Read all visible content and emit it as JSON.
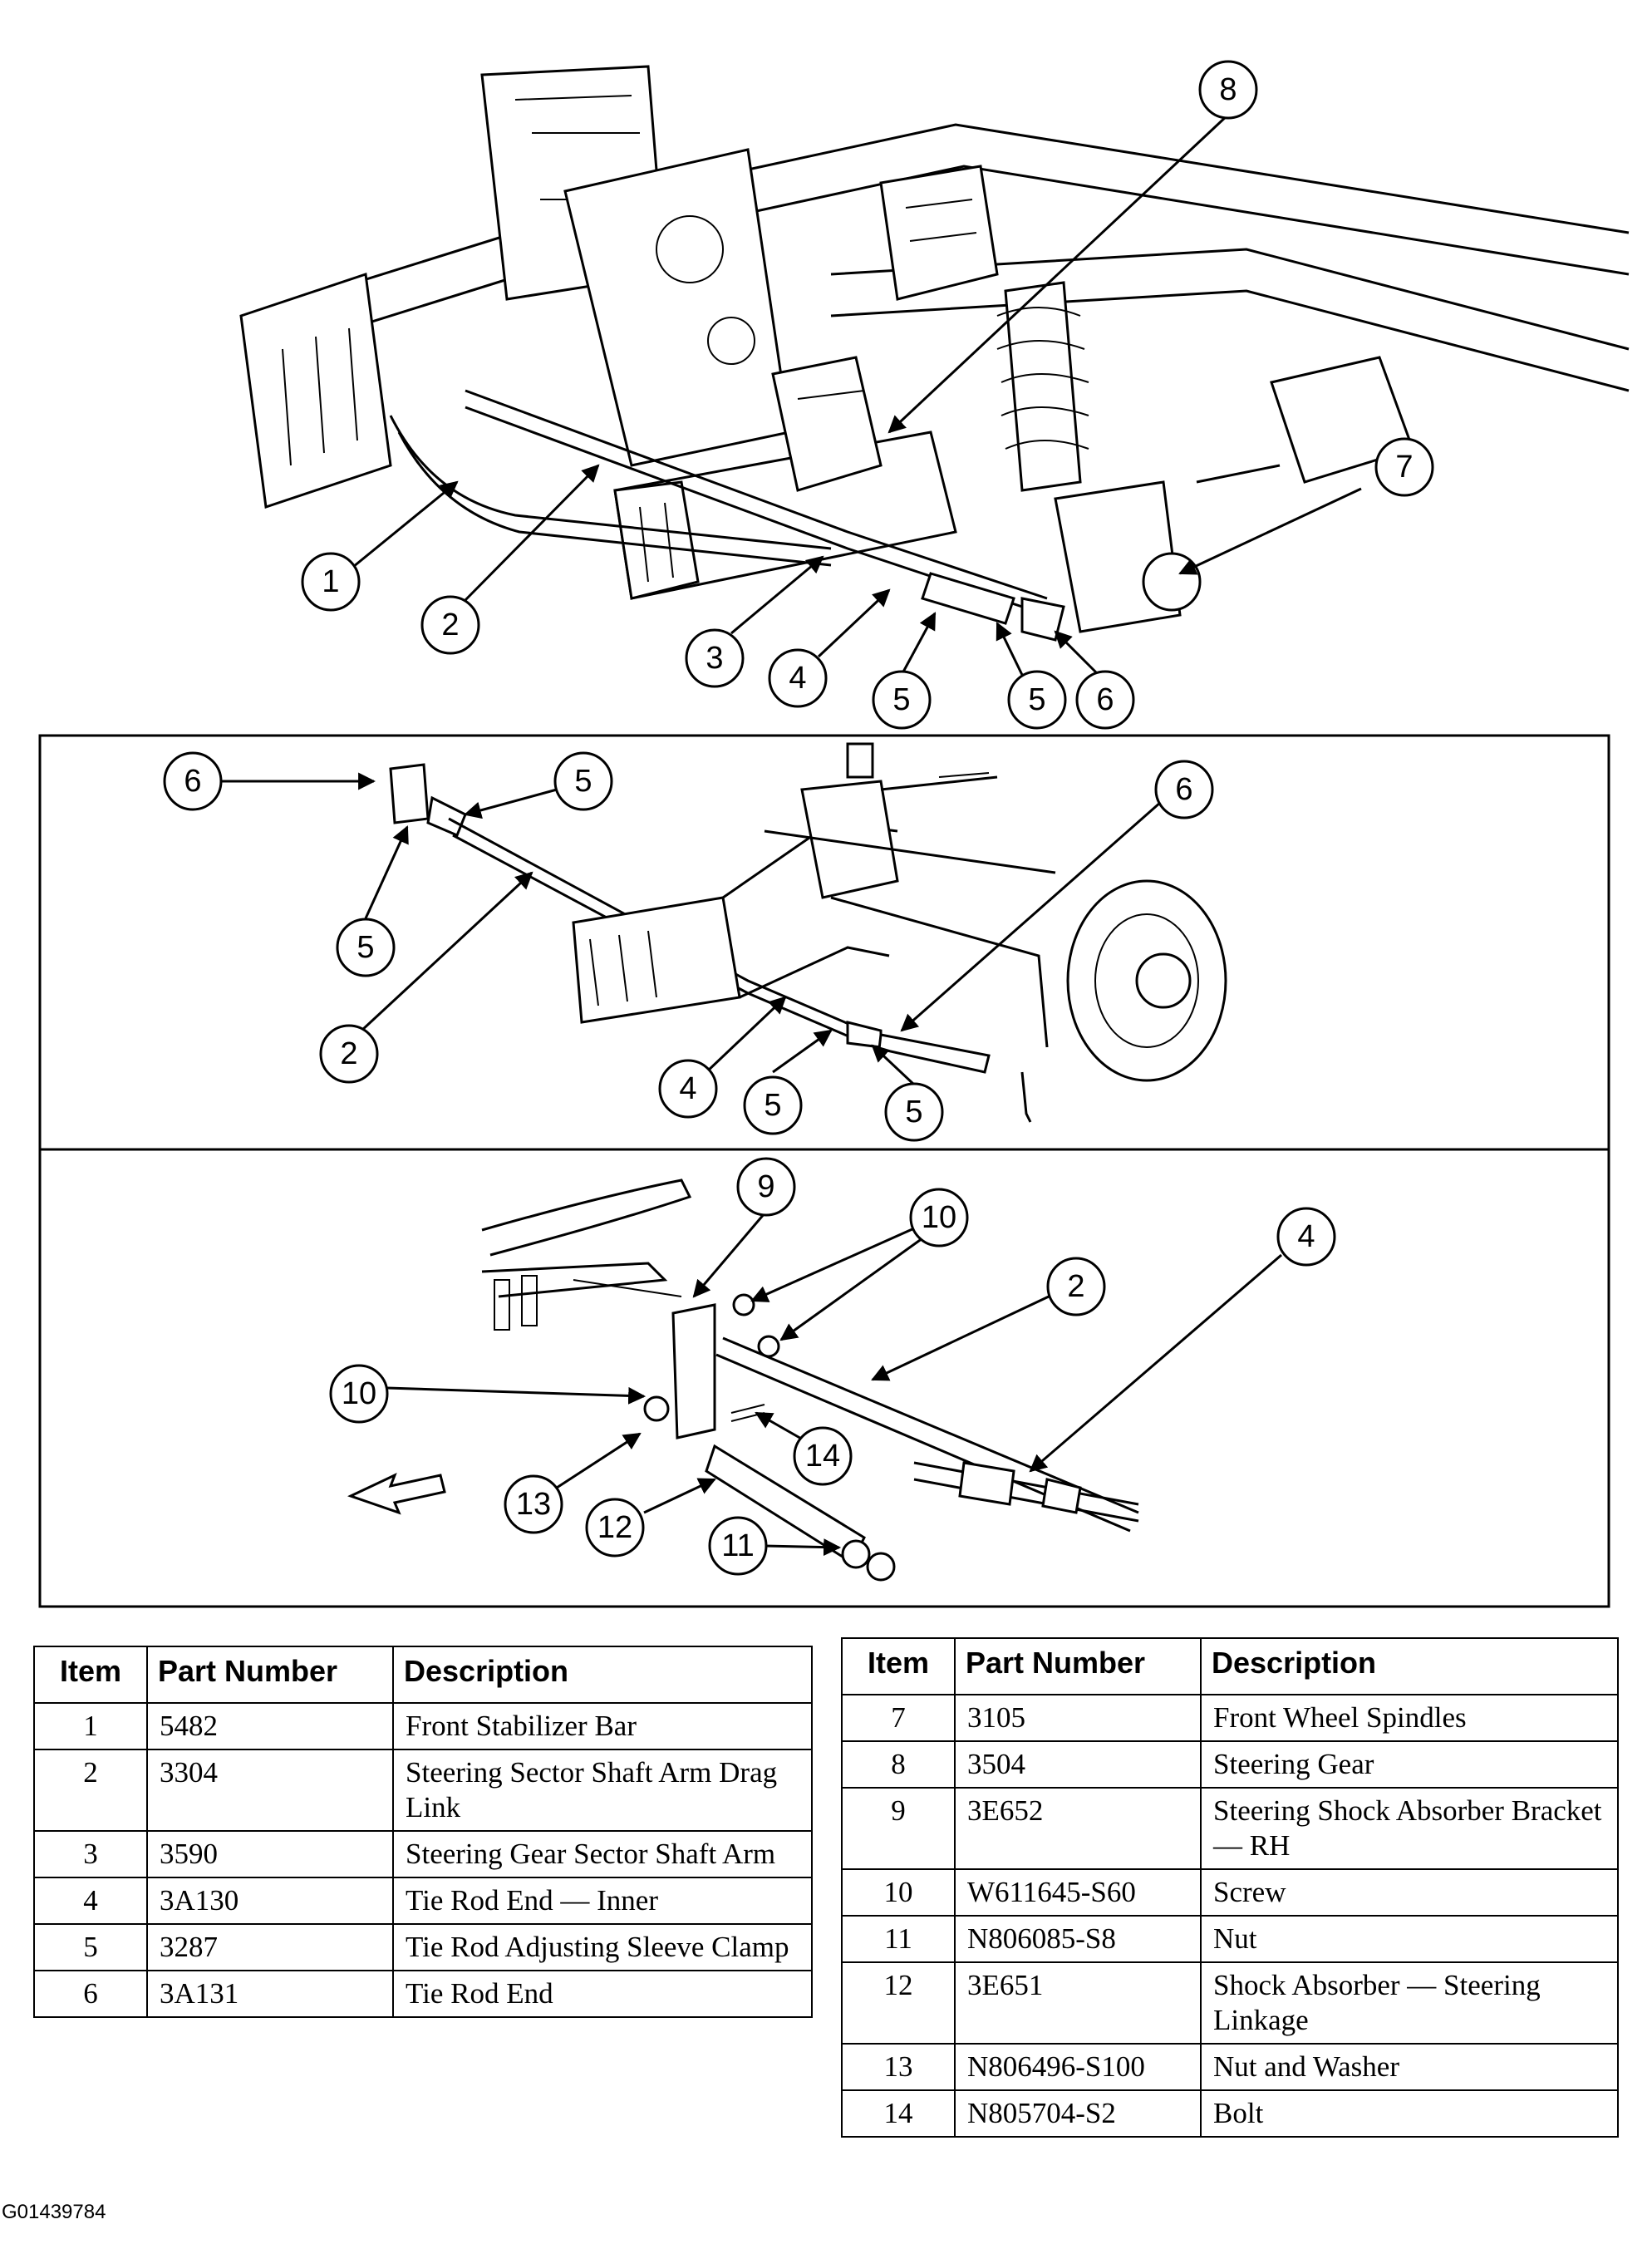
{
  "figure_id": "G01439784",
  "top_view": {
    "callouts": [
      "1",
      "2",
      "3",
      "4",
      "5",
      "5",
      "6",
      "7",
      "8"
    ]
  },
  "middle_view": {
    "callouts": [
      "6",
      "5",
      "5",
      "2",
      "6",
      "4",
      "5",
      "5"
    ]
  },
  "bottom_view": {
    "callouts": [
      "9",
      "10",
      "10",
      "2",
      "4",
      "14",
      "13",
      "12",
      "11"
    ]
  },
  "icons": {
    "arrow": "front-direction-arrow-icon"
  },
  "table_headers": {
    "item": "Item",
    "part_number": "Part Number",
    "description": "Description"
  },
  "parts_left": [
    {
      "item": "1",
      "part": "5482",
      "desc": "Front Stabilizer Bar"
    },
    {
      "item": "2",
      "part": "3304",
      "desc": "Steering Sector Shaft Arm Drag Link"
    },
    {
      "item": "3",
      "part": "3590",
      "desc": "Steering Gear Sector Shaft Arm"
    },
    {
      "item": "4",
      "part": "3A130",
      "desc": "Tie Rod End — Inner"
    },
    {
      "item": "5",
      "part": "3287",
      "desc": "Tie Rod Adjusting Sleeve Clamp"
    },
    {
      "item": "6",
      "part": "3A131",
      "desc": "Tie Rod End"
    }
  ],
  "parts_right": [
    {
      "item": "7",
      "part": "3105",
      "desc": "Front Wheel Spindles"
    },
    {
      "item": "8",
      "part": "3504",
      "desc": "Steering Gear"
    },
    {
      "item": "9",
      "part": "3E652",
      "desc": "Steering Shock Absorber Bracket — RH"
    },
    {
      "item": "10",
      "part": "W611645-S60",
      "desc": "Screw"
    },
    {
      "item": "11",
      "part": "N806085-S8",
      "desc": "Nut"
    },
    {
      "item": "12",
      "part": "3E651",
      "desc": "Shock Absorber — Steering Linkage"
    },
    {
      "item": "13",
      "part": "N806496-S100",
      "desc": "Nut and Washer"
    },
    {
      "item": "14",
      "part": "N805704-S2",
      "desc": "Bolt"
    }
  ]
}
